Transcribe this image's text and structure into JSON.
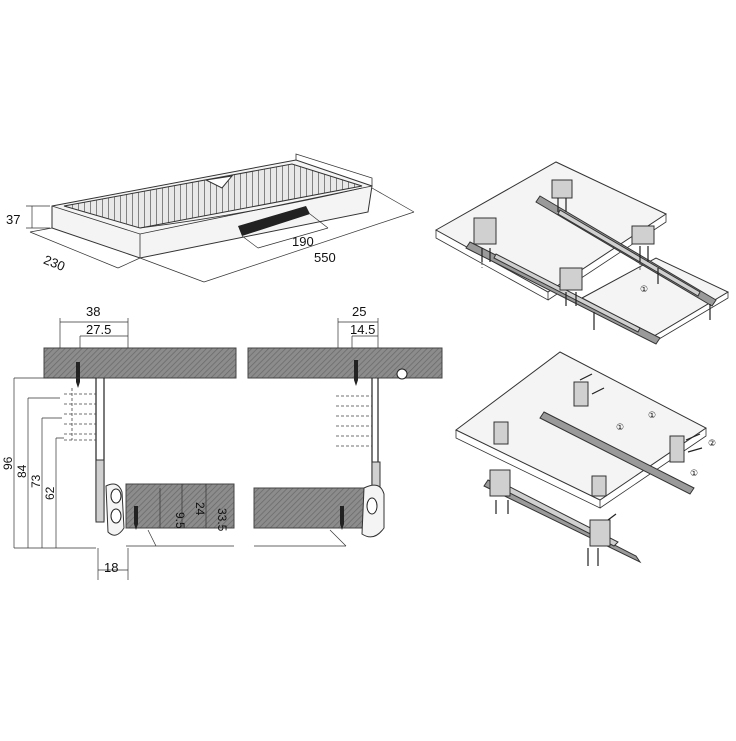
{
  "tray_dimensions": {
    "height": "37",
    "depth": "230",
    "handle_width": "190",
    "length": "550"
  },
  "section_left": {
    "top_width": "38",
    "top_inner": "27.5",
    "height_overall": "96",
    "height_2": "84",
    "height_3": "73",
    "height_4": "62",
    "bottom_offset": "18",
    "board_a": "9.5",
    "board_b": "24",
    "board_c": "33.5"
  },
  "section_right": {
    "top_width": "25",
    "top_inner": "14.5"
  },
  "assembly_markers": {
    "top_view": [
      "①"
    ],
    "bottom_view": [
      "①",
      "①",
      "②",
      "①"
    ]
  },
  "icons": {
    "screw": "screw-icon",
    "bracket": "bracket-icon",
    "roller": "roller-icon"
  }
}
